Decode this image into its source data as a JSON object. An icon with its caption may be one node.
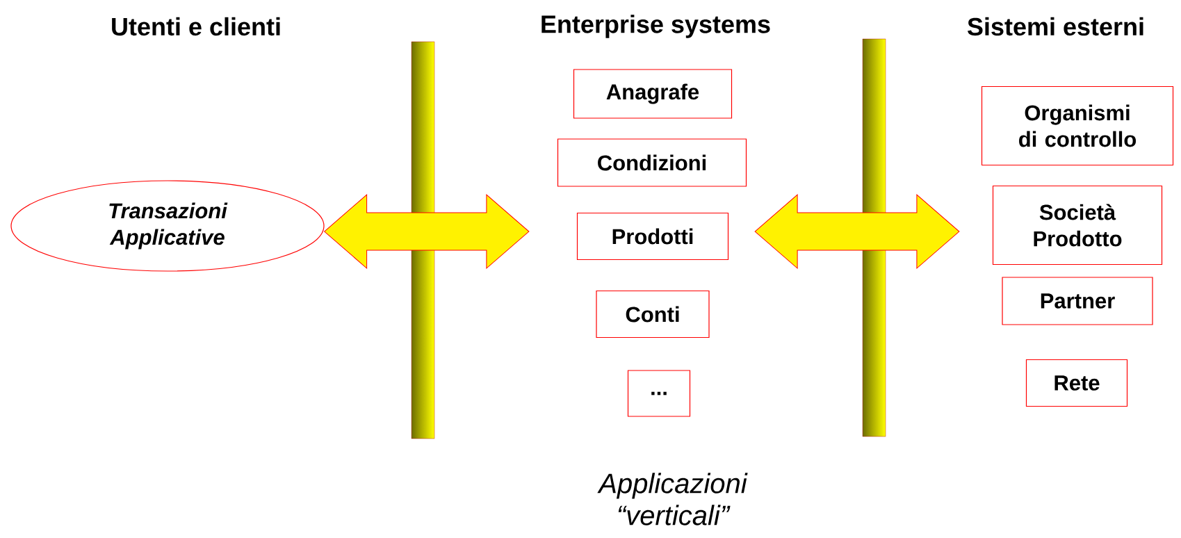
{
  "diagram": {
    "nodes": [
      {
        "text": [
          "Transazioni Applicative"
        ]
      },
      {
        "text": [
          "Anagrafe"
        ]
      },
      {
        "text": [
          "Condizioni"
        ]
      },
      {
        "text": [
          "Prodotti"
        ]
      },
      {
        "text": [
          "Conti"
        ]
      },
      {
        "text": [
          "..."
        ]
      },
      {
        "text": [
          "Organismi di controllo"
        ]
      },
      {
        "text": [
          "Società Prodotto"
        ]
      },
      {
        "text": [
          "Partner"
        ]
      },
      {
        "text": [
          "Rete"
        ]
      }
    ],
    "edges": [
      {
        "from": 0,
        "to": 3,
        "arrow": "both"
      },
      {
        "from": 3,
        "to": 7,
        "arrow": "both"
      }
    ],
    "labels": [
      "Utenti e clienti",
      "Enterprise systems",
      "Sistemi esterni",
      "Applicazioni “verticali”"
    ]
  }
}
